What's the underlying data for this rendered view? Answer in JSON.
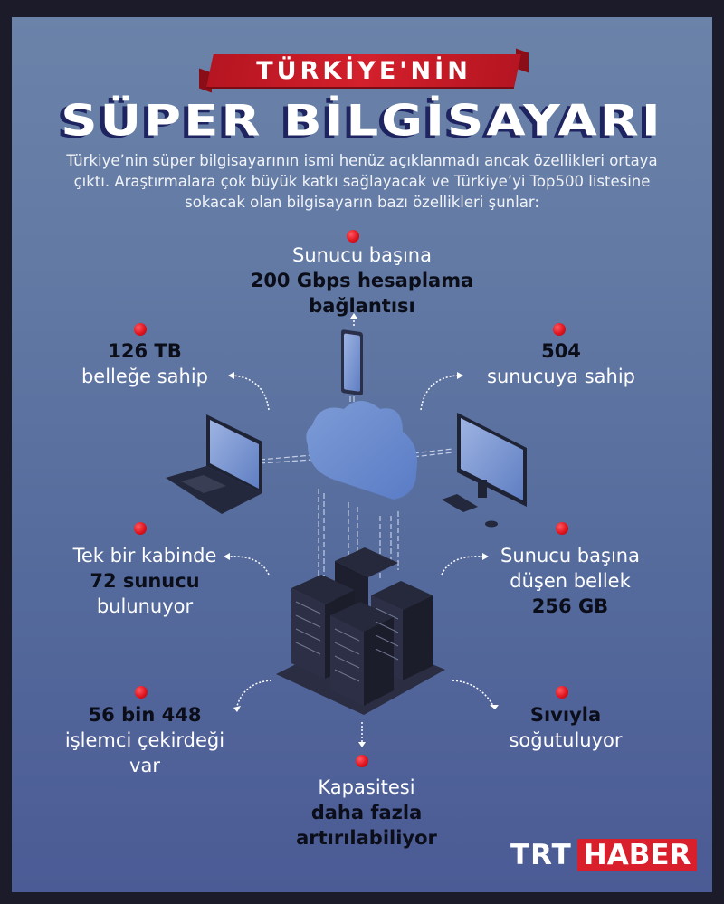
{
  "header": {
    "ribbon_text": "TÜRKİYE'NİN",
    "title": "SÜPER BİLGİSAYARI",
    "intro": "Türkiye’nin süper bilgisayarının ismi henüz açıklanmadı ancak özellikleri ortaya çıktı. Araştırmalara çok büyük katkı sağlayacak ve Türkiye’yi Top500 listesine sokacak olan bilgisayarın bazı özellikleri şunlar:"
  },
  "features": {
    "connection": {
      "line1": "Sunucu başına",
      "line2": "200 Gbps hesaplama",
      "line3": "bağlantısı"
    },
    "memory_total": {
      "line1": "126 TB",
      "line2": "belleğe sahip"
    },
    "servers": {
      "line1": "504",
      "line2": "sunucuya sahip"
    },
    "cabinet": {
      "line1": "Tek bir kabinde",
      "line2": "72 sunucu",
      "line3": "bulunuyor"
    },
    "memory_per_server": {
      "line1": "Sunucu başına",
      "line2": "düşen bellek",
      "line3": "256 GB"
    },
    "cores": {
      "line1": "56 bin 448",
      "line2": "işlemci çekirdeği",
      "line3": "var"
    },
    "cooling": {
      "line1": "Sıvıyla",
      "line2": "soğutuluyor"
    },
    "capacity": {
      "line1": "Kapasitesi",
      "line2": "daha fazla",
      "line3": "artırılabiliyor"
    }
  },
  "illustration": {
    "icons": [
      "tablet-icon",
      "laptop-icon",
      "desktop-monitor-icon",
      "cloud-icon",
      "server-racks-icon"
    ]
  },
  "logo": {
    "part1": "TRT",
    "part2": "HABER"
  },
  "colors": {
    "accent_red": "#d81f2b",
    "bg_top": "#6b83a9",
    "bg_bottom": "#4b5b95",
    "frame": "#1c1b2a"
  }
}
